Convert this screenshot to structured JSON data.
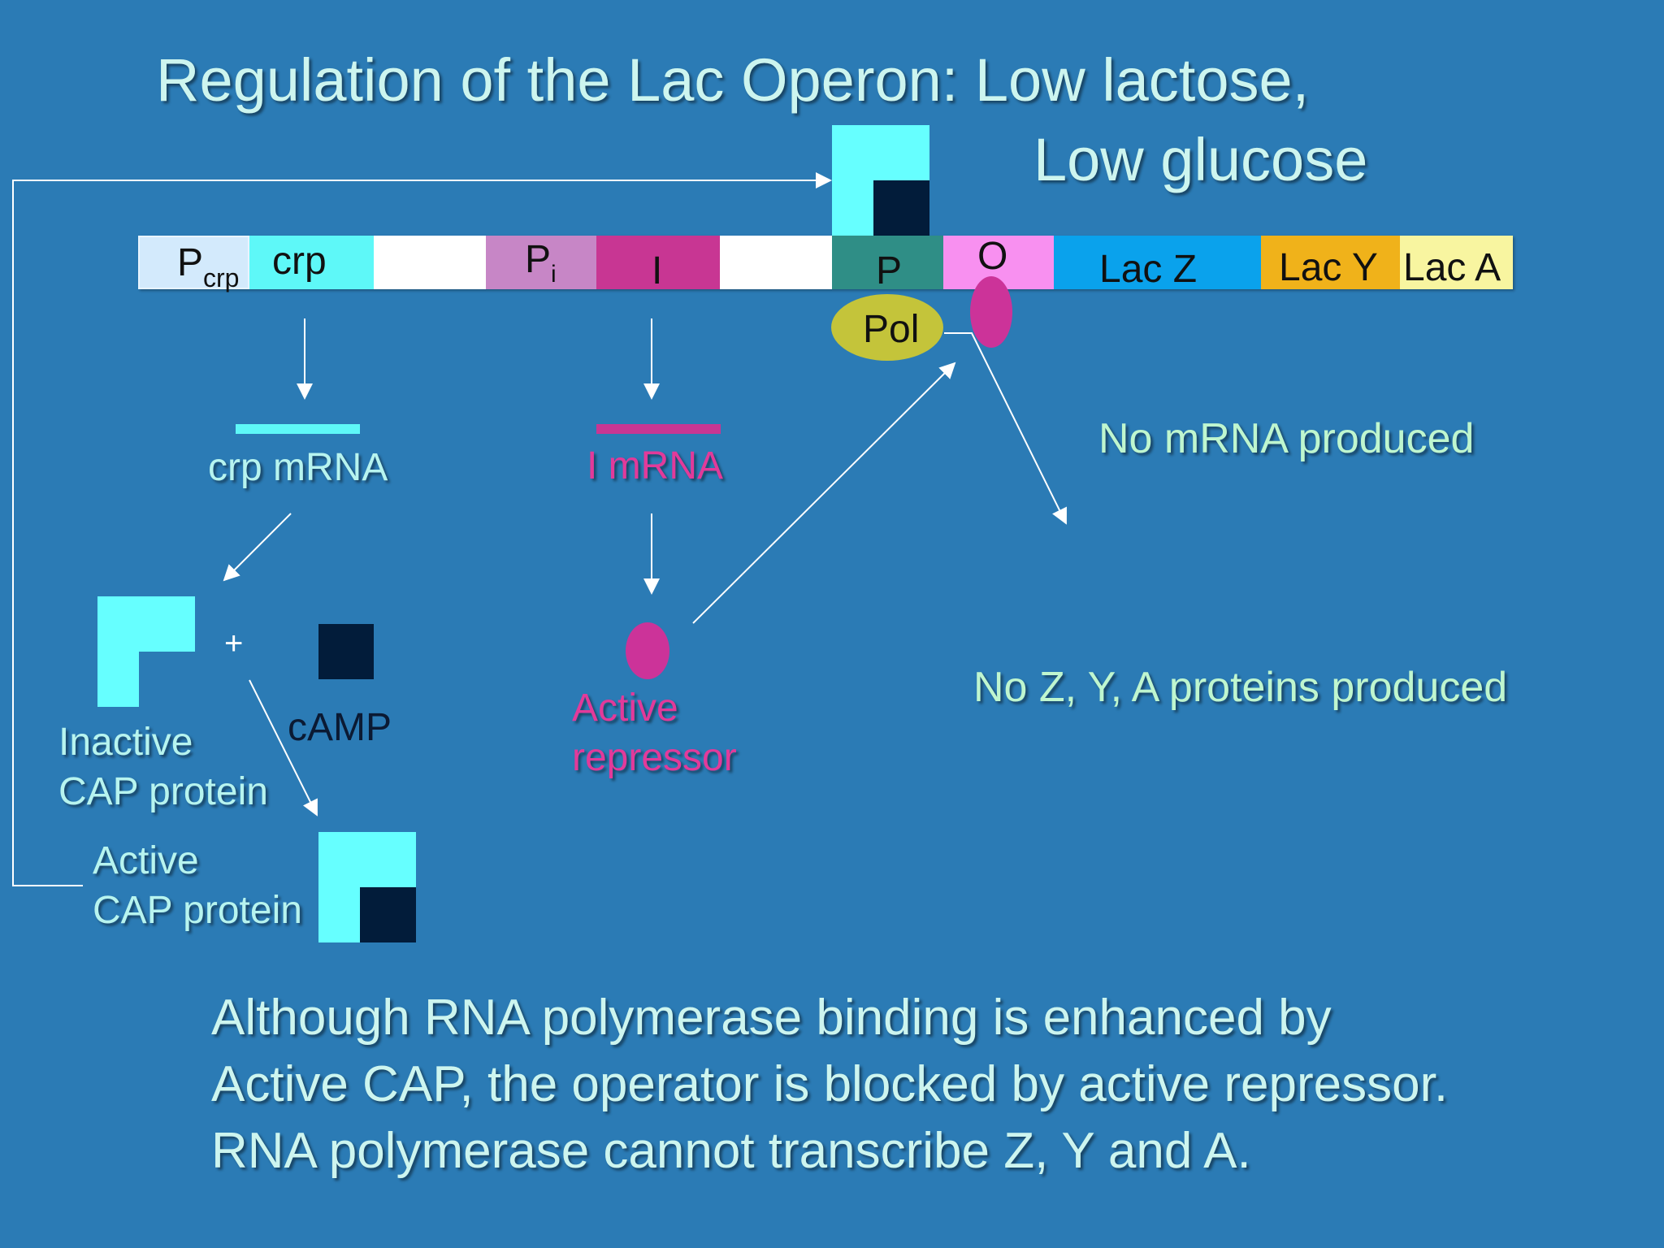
{
  "title": {
    "line1": "Regulation of the Lac Operon: Low lactose,",
    "line2": "Low glucose"
  },
  "dna": {
    "segments": [
      {
        "label": "P",
        "sub": "crp"
      },
      {
        "label": "crp"
      },
      {
        "label": "P",
        "sub": "i"
      },
      {
        "label": "I"
      },
      {
        "label": "P"
      },
      {
        "label": "O"
      },
      {
        "label": "Lac Z"
      },
      {
        "label": "Lac Y"
      },
      {
        "label": "Lac A"
      }
    ]
  },
  "pol_label": "Pol",
  "labels": {
    "crp_mrna": "crp mRNA",
    "i_mrna": "I mRNA",
    "plus": "+",
    "camp": "cAMP",
    "inactive_cap_1": "Inactive",
    "inactive_cap_2": "CAP protein",
    "active_cap_1": "Active",
    "active_cap_2": "CAP protein",
    "active_repressor_1": "Active",
    "active_repressor_2": "repressor",
    "no_mrna": "No mRNA produced",
    "no_proteins": "No Z, Y, A  proteins produced"
  },
  "body": {
    "line1": "Although RNA polymerase binding is enhanced by",
    "line2": "Active CAP, the operator is blocked by active repressor.",
    "line3": "RNA polymerase cannot transcribe Z, Y and A."
  },
  "colors": {
    "background": "#2b7bb5",
    "cap": "#66ffff",
    "camp": "#021c3a",
    "repressor": "#cc3399",
    "polymerase": "#c4c43a"
  }
}
